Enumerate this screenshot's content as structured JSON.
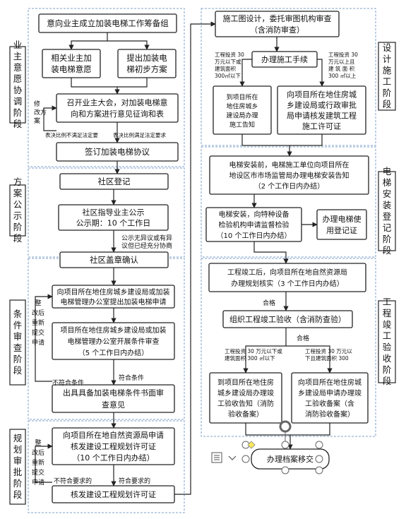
{
  "left_stages": [
    "业主意愿协调阶段",
    "方案公示阶段",
    "条件审查阶段",
    "规划审批阶段"
  ],
  "right_stages": [
    "设计施工阶段",
    "电梯安装登记阶段",
    "工程竣工验收阶段"
  ],
  "left": {
    "b1": "意向业主成立加装电梯工作筹备组",
    "b2": [
      "相关业主加",
      "装电梯意愿"
    ],
    "b3": [
      "提出加装电",
      "梯初步方案"
    ],
    "b4": [
      "召开业主大会，对加装电梯意",
      "向和方案进行意见征询和表"
    ],
    "revise": [
      "修",
      "改方",
      "案"
    ],
    "note_fail": "表决比例不满足法定要",
    "note_pass": "表决比例满足法定要求",
    "b5": "签订加装电梯协议",
    "b6": "社区登记",
    "b7": [
      "社区指导业主公示",
      "公示期：10 个工作日"
    ],
    "note_public": [
      "公示无异议或有异",
      "议但已经充分协商"
    ],
    "b8": "社区盖章确认",
    "b9": [
      "向项目所在地住房城乡建设局或加装",
      "电梯管理办公室提出加装电梯申请"
    ],
    "b10": [
      "项目所在地住房城乡建设局或加装",
      "电梯管理办公室开展条件审查",
      "（5 个工作日内办结）"
    ],
    "resubmit1": [
      "整",
      "改后",
      "重新",
      "提交",
      "申请"
    ],
    "cond_ok1": "符合条件",
    "cond_fail1": "不符合条件",
    "b11": [
      "出具具备加装电梯条件书面审",
      "查意见"
    ],
    "b12": [
      "向项目所在地自然资源局申请",
      "核发建设工程规划许可证",
      "（10 个工作日内办结）"
    ],
    "resubmit2": [
      "整",
      "改后",
      "重新",
      "提交",
      "申请"
    ],
    "cond_fail2": "不符合要求的",
    "cond_ok2": "符合要求的",
    "b13": "核发建设工程规划许可证"
  },
  "right": {
    "c1": [
      "施工图设计，委托审图机构审查",
      "（含消防审查）"
    ],
    "c2": "办理施工手续",
    "note_low": [
      "工程投资 30",
      "万元以下或",
      "建筑面积",
      "300㎡以下"
    ],
    "note_high": [
      "工程投资 30",
      "万元以上且",
      "建 筑 面 积",
      "300 ㎡以上"
    ],
    "c3": [
      "到项目所在",
      "地住房城乡",
      "建设局办理",
      "施工告知"
    ],
    "c4": [
      "向项目所在地住房城",
      "乡建设局或行政审批",
      "局申请核发建筑工程",
      "施工许可证"
    ],
    "c5": [
      "电梯安装前，电梯施工单位向项目所在",
      "地设区市市场监管局办理电梯安装告知",
      "（2 个工作日内办结）"
    ],
    "c6": [
      "电梯安装，向特种设备",
      "检验机构申请监督检验",
      "（10 个工作日内办结）"
    ],
    "c7": [
      "办理电梯使",
      "用登记证"
    ],
    "c8": [
      "工程竣工后，向项目所在地自然资源局",
      "办理规划核实（3 个工作日内办结）"
    ],
    "qualified1": "合格",
    "c9": "组织工程竣工验收（含消防查验）",
    "qualified2": "合格",
    "note_low2": [
      "工程投资 30 万元以下或",
      "建筑面积 300 ㎡以下"
    ],
    "note_high2": [
      "工程投资 30 万元以",
      "下且建筑面积 300"
    ],
    "c10": [
      "到项目所在地住房",
      "城乡建设局办理竣",
      "工验收告知（消防",
      "验收备案）"
    ],
    "c11": [
      "向项目所在地住房城",
      "乡建设局申请办理竣",
      "工验收备案（含",
      "消防验收备案）"
    ],
    "c12": "办理档案移交"
  }
}
